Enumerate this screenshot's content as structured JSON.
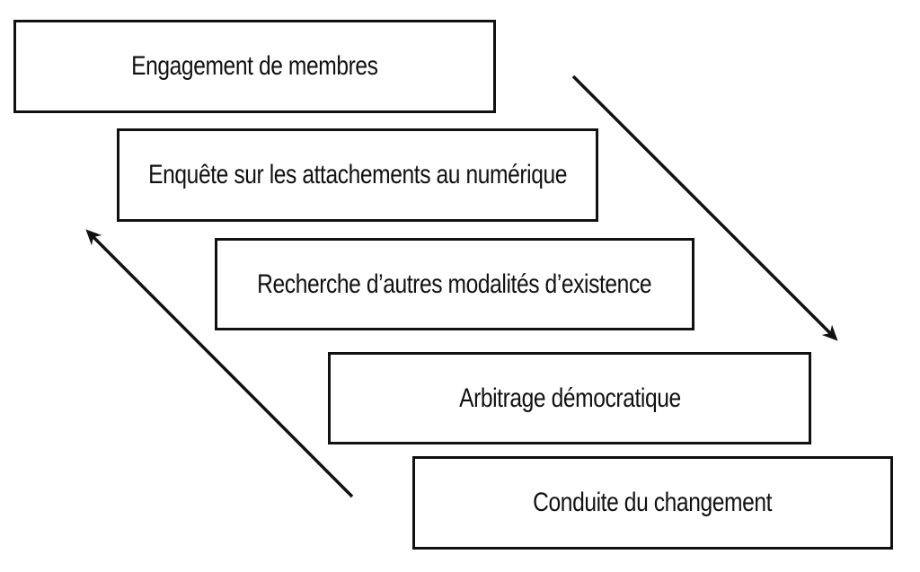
{
  "diagram": {
    "type": "staircase-flow",
    "steps": [
      {
        "label": "Engagement de membres"
      },
      {
        "label": "Enquête sur les attachements au numérique"
      },
      {
        "label": "Recherche d’autres modalités d’existence"
      },
      {
        "label": "Arbitrage démocratique"
      },
      {
        "label": "Conduite du changement"
      }
    ],
    "arrows": [
      {
        "name": "down-right-arrow",
        "direction": "down-right",
        "from_step": 1,
        "to_step": 4
      },
      {
        "name": "up-left-arrow",
        "direction": "up-left",
        "from_step": 5,
        "to_step": 2
      }
    ],
    "colors": {
      "background": "#ffffff",
      "box_border": "#111111",
      "text": "#111111",
      "arrow": "#111111"
    }
  }
}
